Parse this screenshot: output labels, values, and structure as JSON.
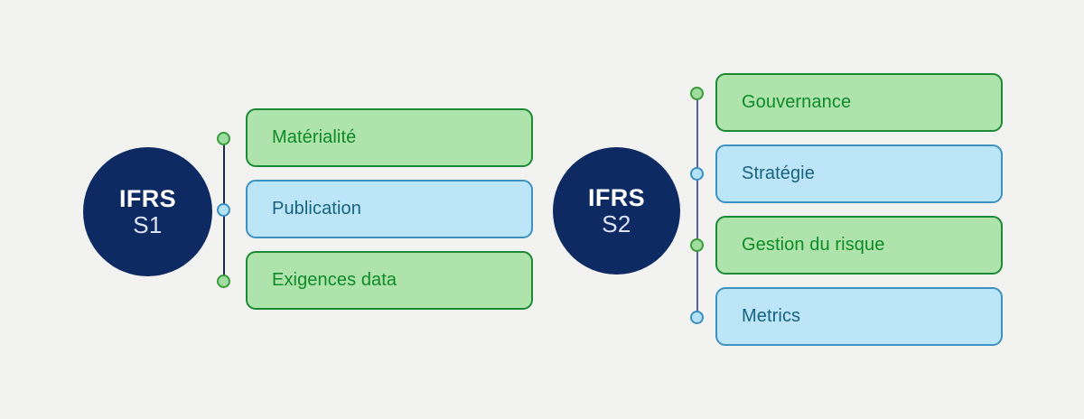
{
  "background_color": "#f2f2f1",
  "groups": [
    {
      "id": "ifrs-s1",
      "hub": {
        "line1": "IFRS",
        "line2": "S1",
        "fill_color": "#0e2a63",
        "text_color": "#ffffff"
      },
      "items": [
        {
          "label": "Matérialité",
          "variant": "green",
          "fill_color": "#aee3ab",
          "border_color": "#1c8a35",
          "text_color": "#0f8a28"
        },
        {
          "label": "Publication",
          "variant": "blue",
          "fill_color": "#bce6f7",
          "border_color": "#3d92c2",
          "text_color": "#17627f"
        },
        {
          "label": "Exigences data",
          "variant": "green",
          "fill_color": "#aee3ab",
          "border_color": "#1c8a35",
          "text_color": "#0f8a28"
        }
      ]
    },
    {
      "id": "ifrs-s2",
      "hub": {
        "line1": "IFRS",
        "line2": "S2",
        "fill_color": "#0e2a63",
        "text_color": "#ffffff"
      },
      "items": [
        {
          "label": "Gouvernance",
          "variant": "green",
          "fill_color": "#aee3ab",
          "border_color": "#1c8a35",
          "text_color": "#0f8a28"
        },
        {
          "label": "Stratégie",
          "variant": "blue",
          "fill_color": "#bce6f7",
          "border_color": "#3d92c2",
          "text_color": "#17627f"
        },
        {
          "label": "Gestion du risque",
          "variant": "green",
          "fill_color": "#aee3ab",
          "border_color": "#1c8a35",
          "text_color": "#0f8a28"
        },
        {
          "label": "Metrics",
          "variant": "blue",
          "fill_color": "#bce6f7",
          "border_color": "#3d92c2",
          "text_color": "#17627f"
        }
      ]
    }
  ]
}
